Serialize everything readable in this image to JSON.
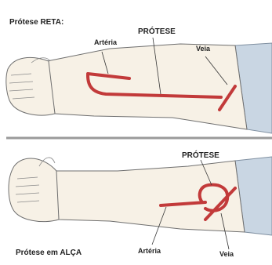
{
  "top_panel": {
    "title": "Prótese RETA:",
    "labels": {
      "artery": "Artéria",
      "prosthesis": "PRÓTESE",
      "vein": "Veia"
    }
  },
  "bottom_panel": {
    "title": "Prótese em ALÇA",
    "labels": {
      "artery": "Artéria",
      "prosthesis": "PRÓTESE",
      "vein": "Veia"
    }
  },
  "colors": {
    "skin": "#f7f1e6",
    "skin_outline": "#6f6f6f",
    "sleeve": "#c9d6e3",
    "vessel": "#c23a3a",
    "vessel_dark": "#7a1f1f",
    "divider": "#9a9a9a",
    "text": "#222222"
  }
}
